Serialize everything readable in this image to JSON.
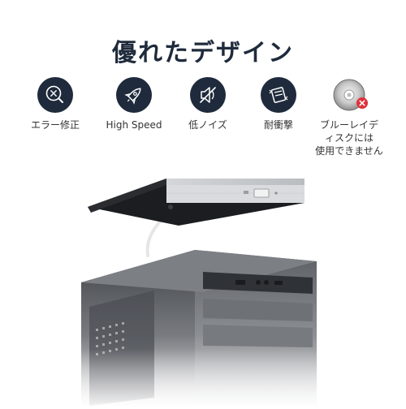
{
  "title": "優れたデザイン",
  "features": [
    {
      "label": "エラー修正",
      "icon": "search-x-icon"
    },
    {
      "label": "High Speed",
      "icon": "rocket-icon"
    },
    {
      "label": "低ノイズ",
      "icon": "mute-speaker-icon"
    },
    {
      "label": "耐衝撃",
      "icon": "shock-proof-icon"
    },
    {
      "label_line1": "ブルーレイデ",
      "label_line2": "ィスクには",
      "label_line3": "使用できません",
      "icon": "no-bluray-disc-icon"
    }
  ],
  "colors": {
    "icon_bg": "#1f2b3c",
    "title": "#1f2b3c",
    "error_red": "#e0303a"
  }
}
